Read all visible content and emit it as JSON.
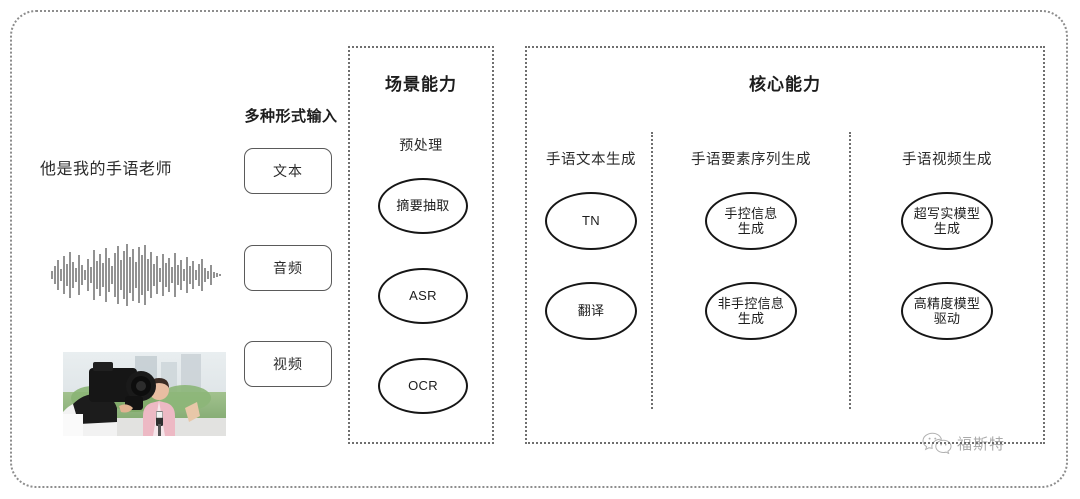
{
  "frame": {
    "border_color": "#8d8d8d"
  },
  "left": {
    "heading": "多种形式输入",
    "sample_text": "他是我的手语老师",
    "waveform_icon": "audio-waveform",
    "video_thumbnail_icon": "video-thumbnail-camera-operator-and-reporter",
    "modalities": [
      {
        "label": "文本"
      },
      {
        "label": "音频"
      },
      {
        "label": "视频"
      }
    ]
  },
  "scene_panel": {
    "title": "场景能力",
    "subtitle": "预处理",
    "nodes": [
      {
        "label": "摘要抽取"
      },
      {
        "label": "ASR"
      },
      {
        "label": "OCR"
      }
    ]
  },
  "core_panel": {
    "title": "核心能力",
    "columns": [
      {
        "header": "手语文本生成",
        "nodes": [
          {
            "label": "TN"
          },
          {
            "label": "翻译"
          }
        ]
      },
      {
        "header": "手语要素序列生成",
        "nodes": [
          {
            "label": "手控信息\n生成"
          },
          {
            "label": "非手控信息\n生成"
          }
        ]
      },
      {
        "header": "手语视频生成",
        "nodes": [
          {
            "label": "超写实模型\n生成"
          },
          {
            "label": "高精度模型\n驱动"
          }
        ]
      }
    ]
  },
  "watermark": {
    "icon": "wechat-icon",
    "text": "福斯特"
  },
  "colors": {
    "panel_border": "#6f6f6f",
    "node_border": "#161616",
    "text": "#2b2b2b",
    "background": "#ffffff"
  }
}
